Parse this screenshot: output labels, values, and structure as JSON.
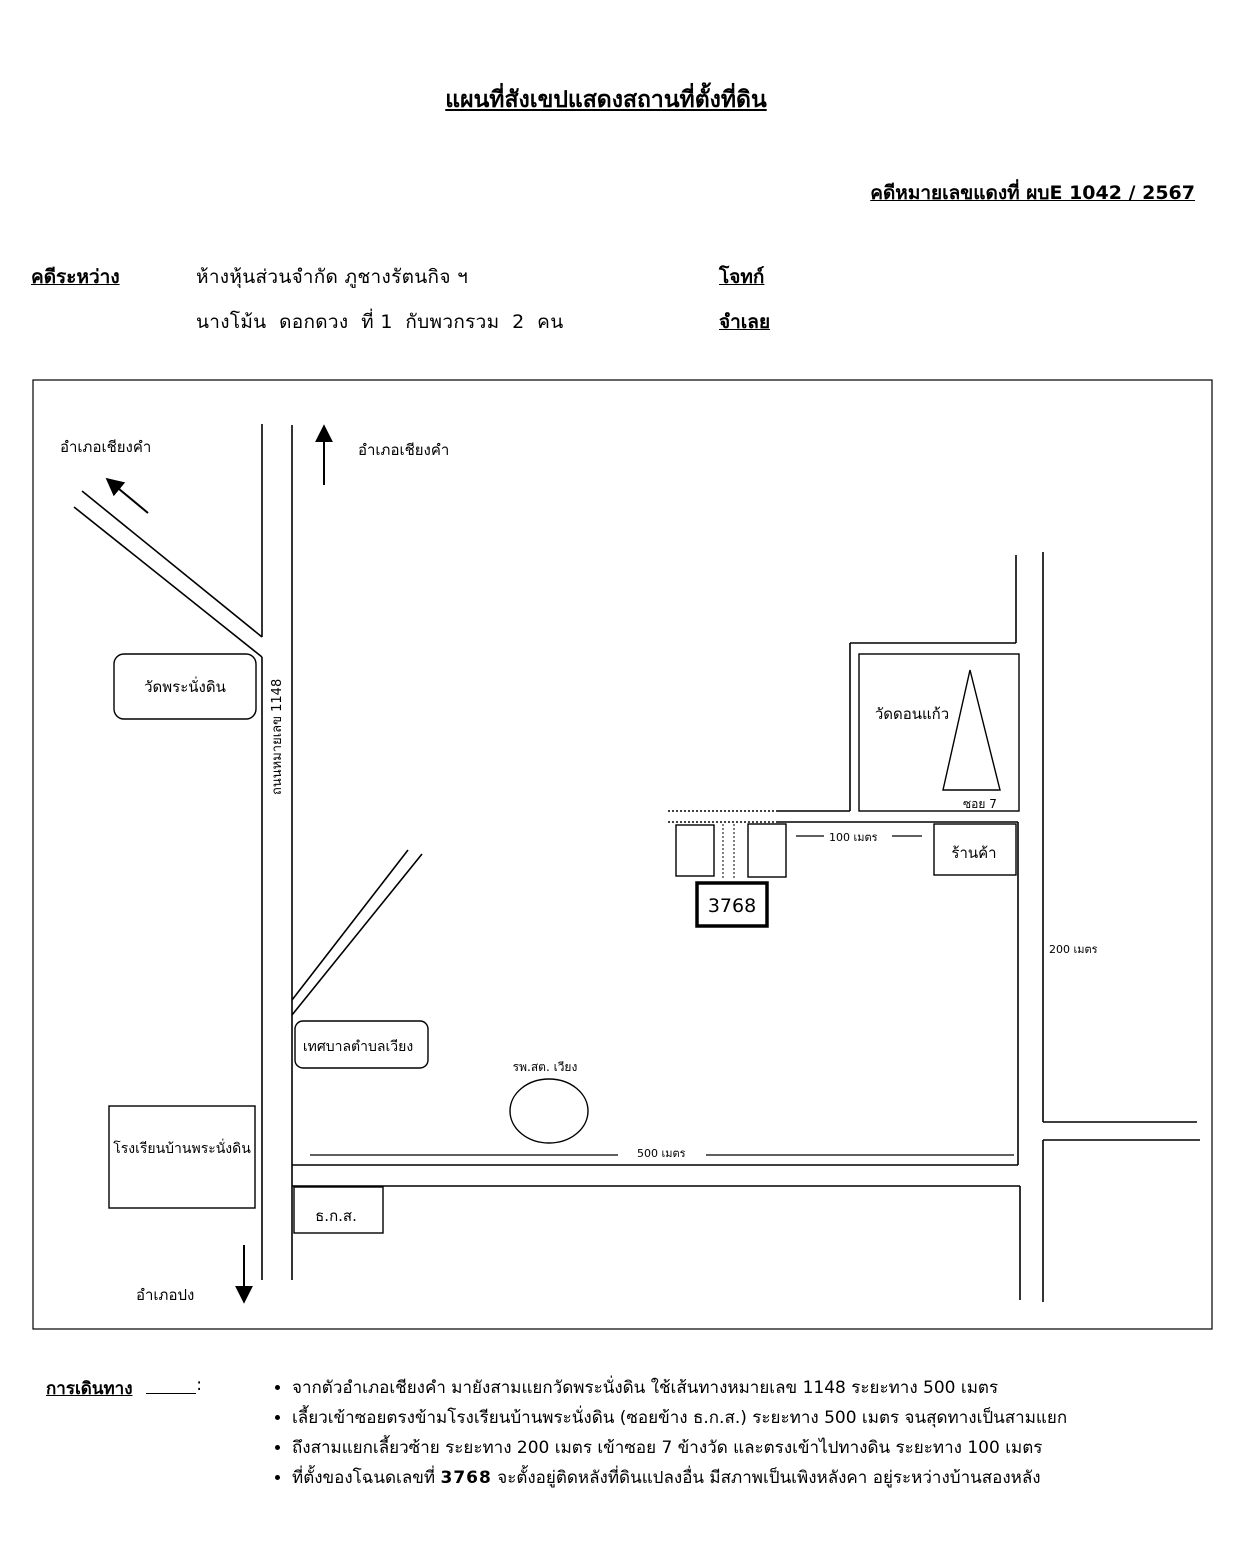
{
  "header": {
    "title": "แผนที่สังเขปแสดงสถานที่ตั้งที่ดิน",
    "case_number": "คดีหมายเลขแดงที่ ผบE 1042 / 2567"
  },
  "parties": {
    "label": "คดีระหว่าง",
    "plaintiff_name": "ห้างหุ้นส่วนจำกัด ภูชางรัตนกิจ ฯ",
    "plaintiff_role": "โจทก์",
    "defendant_name": "นางโม้น  ดอกดวง  ที่ 1  กับพวกรวม  2  คน",
    "defendant_role": "จำเลย"
  },
  "map": {
    "north_left": "อำเภอเชียงคำ",
    "north_top": "อำเภอเชียงคำ",
    "south": "อำเภอปง",
    "road_name": "ถนนหมายเลข 1148",
    "temple_phra": "วัดพระนั่งดิน",
    "school": "โรงเรียนบ้านพระนั่งดิน",
    "municipality": "เทศบาลตำบลเวียง",
    "hospital": "รพ.สต. เวียง",
    "baac": "ธ.ก.ส.",
    "temple_don": "วัดดอนแก้ว",
    "soi": "ซอย 7",
    "shop": "ร้านค้า",
    "dist_100": "100 เมตร",
    "dist_200": "200 เมตร",
    "dist_500": "500 เมตร",
    "deed": "3768"
  },
  "route": {
    "label": "การเดินทาง",
    "colon": ":",
    "steps": [
      "จากตัวอำเภอเชียงคำ มายังสามแยกวัดพระนั่งดิน ใช้เส้นทางหมายเลข 1148 ระยะทาง 500 เมตร",
      "เลี้ยวเข้าซอยตรงข้ามโรงเรียนบ้านพระนั่งดิน (ซอยข้าง ธ.ก.ส.) ระยะทาง 500 เมตร จนสุดทางเป็นสามแยก",
      "ถึงสามแยกเลี้ยวซ้าย ระยะทาง 200 เมตร เข้าซอย 7 ข้างวัด และตรงเข้าไปทางดิน ระยะทาง 100 เมตร"
    ],
    "step4_prefix": "ที่ตั้งของโฉนดเลขที่ ",
    "step4_deed": "3768",
    "step4_suffix": " จะตั้งอยู่ติดหลังที่ดินแปลงอื่น มีสภาพเป็นเพิงหลังคา อยู่ระหว่างบ้านสองหลัง"
  }
}
